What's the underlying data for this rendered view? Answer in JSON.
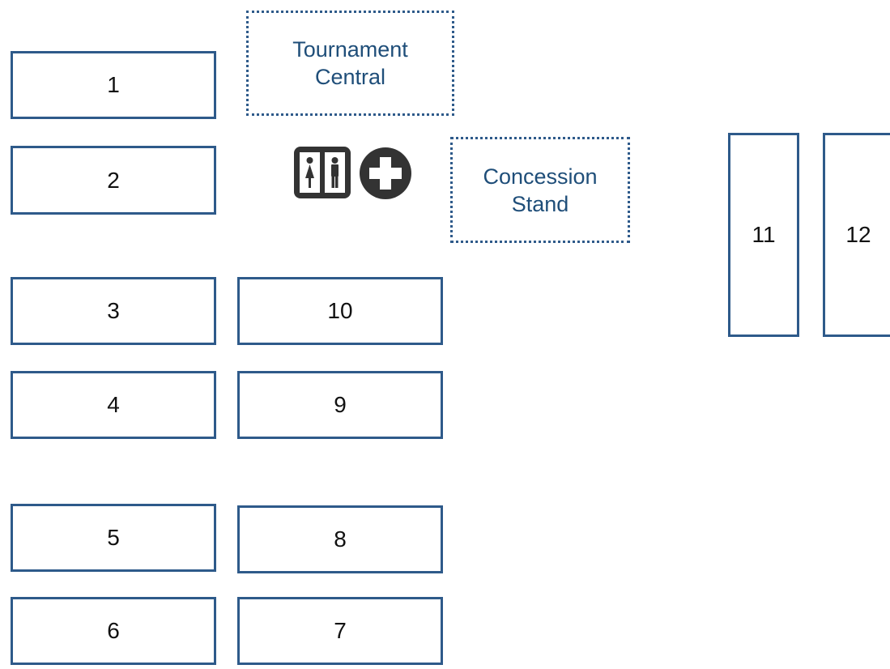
{
  "courts": {
    "c1": "1",
    "c2": "2",
    "c3": "3",
    "c4": "4",
    "c5": "5",
    "c6": "6",
    "c7": "7",
    "c8": "8",
    "c9": "9",
    "c10": "10",
    "c11": "11",
    "c12": "12"
  },
  "venues": {
    "tournament_central": {
      "line1": "Tournament",
      "line2": "Central"
    },
    "concession_stand": {
      "line1": "Concession",
      "line2": "Stand"
    }
  },
  "icons": {
    "restroom": "restroom-icon",
    "first_aid": "first-aid-icon"
  },
  "colors": {
    "court_border": "#2e5a8a",
    "venue_text": "#1f4e79",
    "icon_fill": "#333333"
  }
}
